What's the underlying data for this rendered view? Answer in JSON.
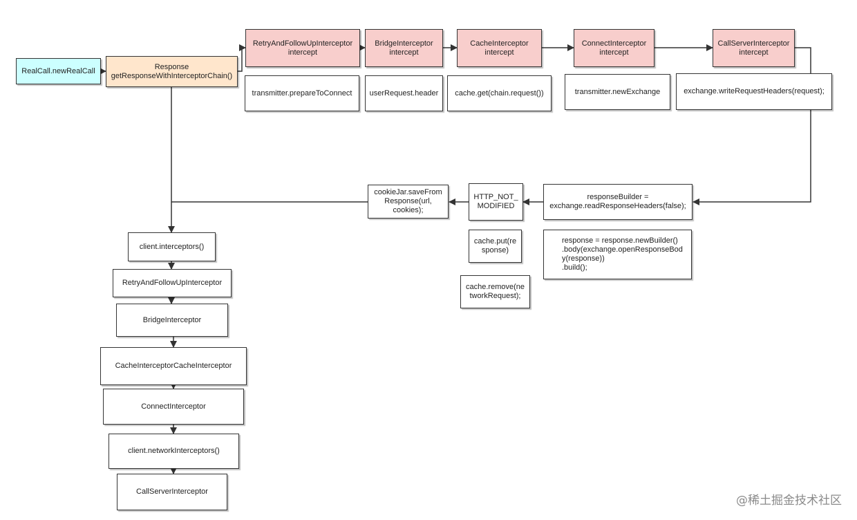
{
  "nodes": {
    "realcall": "RealCall.newRealCall",
    "response_chain": "Response\ngetResponseWithInterceptorChain()",
    "retry_intercept": "RetryAndFollowUpInterceptor\nintercept",
    "bridge_intercept": "BridgeInterceptor\nintercept",
    "cache_intercept": "CacheInterceptor\nintercept",
    "connect_intercept": "ConnectInterceptor\nintercept",
    "callserver_intercept": "CallServerInterceptor\nintercept",
    "prepare_to_connect": "transmitter.prepareToConnect",
    "user_request_header": "userRequest.header",
    "cache_get": "cache.get(chain.request())",
    "new_exchange": "transmitter.newExchange",
    "write_headers": "exchange.writeRequestHeaders(request);",
    "response_builder": "responseBuilder =\nexchange.readResponseHeaders(false);",
    "http_not_modified": "HTTP_NOT_\nMODIFIED",
    "cookie_jar": "cookieJar.saveFrom\nResponse(url,\ncookies);",
    "cache_put": "cache.put(re\nsponse)",
    "cache_remove": "cache.remove(ne\ntworkRequest);",
    "response_new_builder": "response = response.newBuilder()\n      .body(exchange.openResponseBod\n      y(response))\n      .build();",
    "client_interceptors": "client.interceptors()",
    "stack_retry": "RetryAndFollowUpInterceptor",
    "stack_bridge": "BridgeInterceptor",
    "stack_cache": "CacheInterceptorCacheInterceptor",
    "stack_connect": "ConnectInterceptor",
    "stack_network": "client.networkInterceptors()",
    "stack_callserver": "CallServerInterceptor"
  },
  "watermark": "@稀土掘金技术社区",
  "colors": {
    "cyan": "#ccffff",
    "peach": "#ffe6cc",
    "pink": "#f8cecc",
    "line": "#333333"
  }
}
